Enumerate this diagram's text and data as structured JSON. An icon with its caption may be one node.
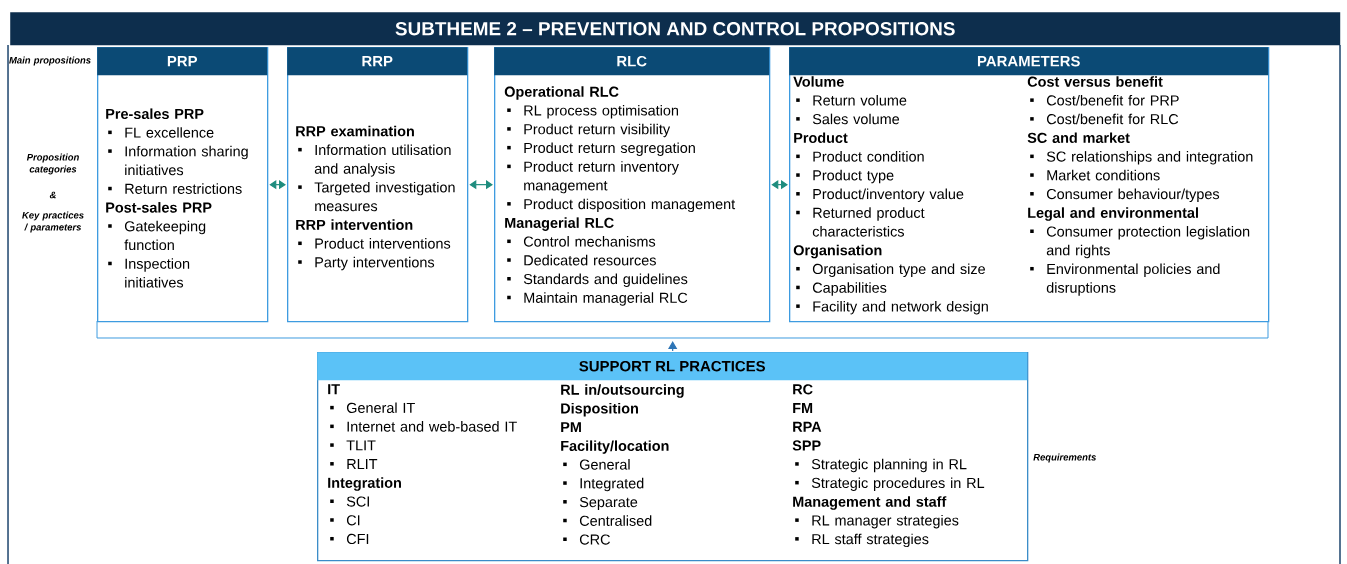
{
  "diagram": {
    "title": "SUBTHEME 2 – PREVENTION AND CONTROL PROPOSITIONS",
    "nodes": [
      {
        "text": [
          "PRP",
          "Pre-sales PRP",
          "FL excellence",
          "Information sharing initiatives",
          "Return restrictions",
          "Post-sales PRP",
          "Gatekeeping function",
          "Inspection initiatives"
        ]
      },
      {
        "text": [
          "RRP",
          "RRP examination",
          "Information utilisation and analysis",
          "Targeted investigation measures",
          "RRP intervention",
          "Product interventions",
          "Party interventions"
        ]
      },
      {
        "text": [
          "RLC",
          "Operational RLC",
          "RL process optimisation",
          "Product return visibility",
          "Product return segregation",
          "Product return inventory management",
          "Product disposition management",
          "Managerial RLC",
          "Control mechanisms",
          "Dedicated resources",
          "Standards and guidelines",
          "Maintain managerial RLC"
        ]
      },
      {
        "text": [
          "PARAMETERS",
          "Volume",
          "Return volume",
          "Sales volume",
          "Product",
          "Product condition",
          "Product type",
          "Product/inventory value",
          "Returned product characteristics",
          "Organisation",
          "Organisation type and size",
          "Capabilities",
          "Facility and network design",
          "Cost versus benefit",
          "Cost/benefit for PRP",
          "Cost/benefit for RLC",
          "SC and market",
          "SC relationships and integration",
          "Market conditions",
          "Consumer behaviour/types",
          "Legal and environmental",
          "Consumer protection legislation and rights",
          "Environmental policies and disruptions"
        ]
      },
      {
        "text": [
          "SUPPORT RL PRACTICES",
          "IT",
          "General IT",
          "Internet and web-based IT",
          "TLIT",
          "RLIT",
          "Integration",
          "SCI",
          "CI",
          "CFI",
          "RL in/outsourcing",
          "Disposition",
          "PM",
          "Facility/location",
          "General",
          "Integrated",
          "Separate",
          "Centralised",
          "CRC",
          "RC",
          "FM",
          "RPA",
          "SPP",
          "Strategic planning in RL",
          "Strategic procedures in RL",
          "Management and staff",
          "RL manager strategies",
          "RL staff strategies"
        ]
      }
    ],
    "edges": [
      {
        "from": 0,
        "to": 1,
        "arrow": "both"
      },
      {
        "from": 1,
        "to": 2,
        "arrow": "both"
      },
      {
        "from": 2,
        "to": 3,
        "arrow": "both"
      },
      {
        "from": 4,
        "to": null,
        "arrow": "to",
        "color": "#2e75b6"
      }
    ],
    "labels": [
      "Main propositions",
      "Proposition categories",
      "&",
      "Key practices / parameters",
      "Requirements"
    ]
  }
}
